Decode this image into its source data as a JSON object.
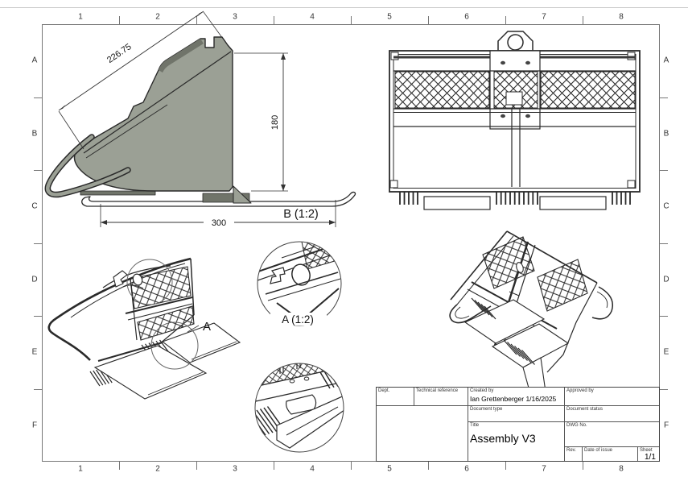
{
  "colors": {
    "body_gray": "#9ba095",
    "dark_gray": "#70746a",
    "line": "#2a2a2a",
    "frame_line": "#777777"
  },
  "frame": {
    "columns": [
      "1",
      "2",
      "3",
      "4",
      "5",
      "6",
      "7",
      "8"
    ],
    "rows": [
      "A",
      "B",
      "C",
      "D",
      "E",
      "F"
    ]
  },
  "views": {
    "side_view": {
      "label": "B (1:2)",
      "dim_slope": "226.75",
      "dim_height": "180",
      "dim_width": "300"
    },
    "iso_back_view": {
      "callout_label": "A"
    },
    "detail_a_view": {
      "label": "A (1:2)"
    }
  },
  "title_block": {
    "dept_label": "Dept.",
    "technical_reference_label": "Technical reference",
    "created_by_label": "Created by",
    "created_by_value": "Ian Grettenberger 1/16/2025",
    "approved_by_label": "Approved by",
    "document_type_label": "Document type",
    "document_status_label": "Document status",
    "title_label": "Title",
    "title_value": "Assembly V3",
    "dwg_no_label": "DWG No.",
    "rev_label": "Rev.",
    "date_of_issue_label": "Date of issue",
    "sheet_label": "Sheet",
    "sheet_value": "1/1"
  }
}
